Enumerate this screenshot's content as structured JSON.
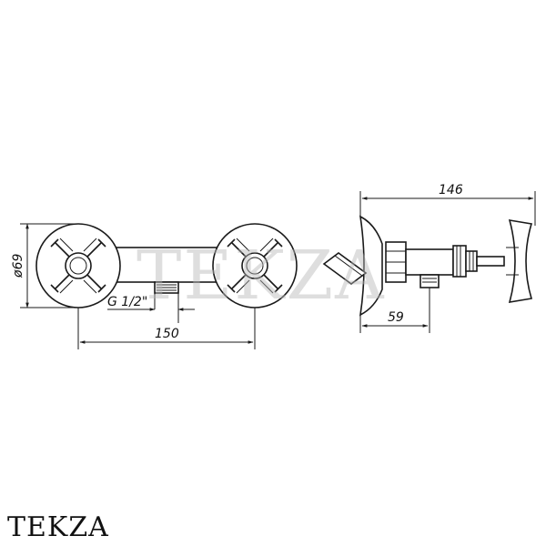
{
  "watermark": "TEKZA",
  "brand": "TEKZA",
  "dimensions": {
    "rosette_diameter": "ø69",
    "thread": "G 1/2\"",
    "center_distance": "150",
    "depth": "146",
    "outlet_offset": "59"
  }
}
